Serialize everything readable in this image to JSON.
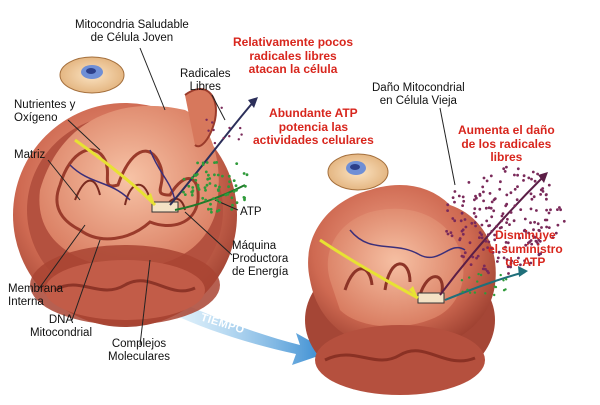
{
  "labels": {
    "healthy_title_1": "Mitocondria Saludable",
    "healthy_title_2": "de Célula Joven",
    "radicales_1": "Radicales",
    "radicales_2": "Libres",
    "nutrientes_1": "Nutrientes y",
    "nutrientes_2": "Oxígeno",
    "matriz": "Matriz",
    "atp": "ATP",
    "maquina_1": "Máquina",
    "maquina_2": "Productora",
    "maquina_3": "de Energía",
    "membrana_1": "Membrana",
    "membrana_2": "Interna",
    "dna_1": "DNA",
    "dna_2": "Mitocondrial",
    "complejos_1": "Complejos",
    "complejos_2": "Moleculares",
    "tiempo": "TIEMPO",
    "old_title_1": "Daño Mitocondrial",
    "old_title_2": "en Célula Vieja"
  },
  "notes": {
    "pocos_1": "Relativamente pocos",
    "pocos_2": "radicales libres",
    "pocos_3": "atacan la célula",
    "abundante_1": "Abundante ATP",
    "abundante_2": "potencia las",
    "abundante_3": "actividades celulares",
    "aumenta_1": "Aumenta el daño",
    "aumenta_2": "de los radicales",
    "aumenta_3": "libres",
    "disminuye_1": "Disminuye",
    "disminuye_2": "el suministro",
    "disminuye_3": "de ATP"
  },
  "colors": {
    "annotation_red": "#d8261d",
    "mito_outer": "#c85a48",
    "mito_inner": "#e38b6f",
    "atp_dots": "#2f9a3a",
    "radical_dots": "#7a2a5a",
    "time_arrow": "#3c8fd0"
  }
}
